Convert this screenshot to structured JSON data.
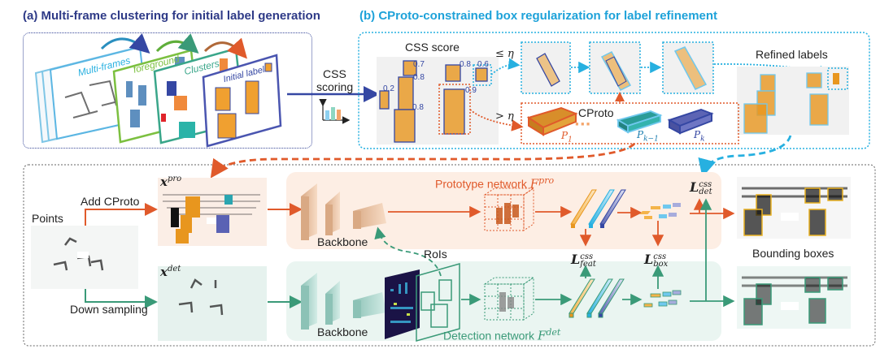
{
  "colors": {
    "title_a": "#2e3a87",
    "title_b": "#1ea2d9",
    "prototype_orange": "#e05a2b",
    "detection_green": "#3a9a78",
    "cyan": "#27b0e0",
    "navy": "#3547a3",
    "proto_bg": "#fdeee4",
    "det_bg": "#eaf5f1",
    "point_orange": "#e8961e"
  },
  "panel_a": {
    "title": "(a) Multi-frame clustering for initial label generation",
    "cards": [
      "Multi-frames",
      "foreground",
      "Clusters",
      "Initial label"
    ]
  },
  "css_scoring": {
    "label_line1": "CSS",
    "label_line2": "scoring"
  },
  "panel_b": {
    "title": "(b) CProto-constrained box regularization for label refinement",
    "css_score_title": "CSS score",
    "scores": [
      "0.7",
      "0.8",
      "0.2",
      "0.8",
      "0.8",
      "0.6",
      "0.9"
    ],
    "le_eta": "≤ η",
    "gt_eta": "> η",
    "cproto_label": "CProto",
    "prototypes": [
      "P₁",
      "P_{k−1}",
      "P_k"
    ],
    "prototype_labels": {
      "p1": "P",
      "p1_sub": "1",
      "pk1": "P",
      "pk1_sub": "k−1",
      "pk": "P",
      "pk_sub": "k"
    },
    "refined_labels": "Refined labels"
  },
  "pipeline": {
    "points_label": "Points",
    "add_cproto": "Add CProto",
    "down_sampling": "Down sampling",
    "x_pro": {
      "base": "x",
      "sup": "pro"
    },
    "x_det": {
      "base": "x",
      "sup": "det"
    },
    "prototype_network": {
      "text": "Prototype network ",
      "sym": "F",
      "sup": "pro"
    },
    "detection_network": {
      "text": "Detection network ",
      "sym": "F",
      "sup": "det"
    },
    "backbone_top": "Backbone",
    "backbone_bottom": "Backbone",
    "rois": "RoIs",
    "loss_feat": {
      "base": "L",
      "sup": "css",
      "sub": "feat"
    },
    "loss_box": {
      "base": "L",
      "sup": "css",
      "sub": "box"
    },
    "loss_det": {
      "base": "L",
      "sup": "css",
      "sub": "det"
    },
    "bounding_boxes": "Bounding boxes"
  }
}
